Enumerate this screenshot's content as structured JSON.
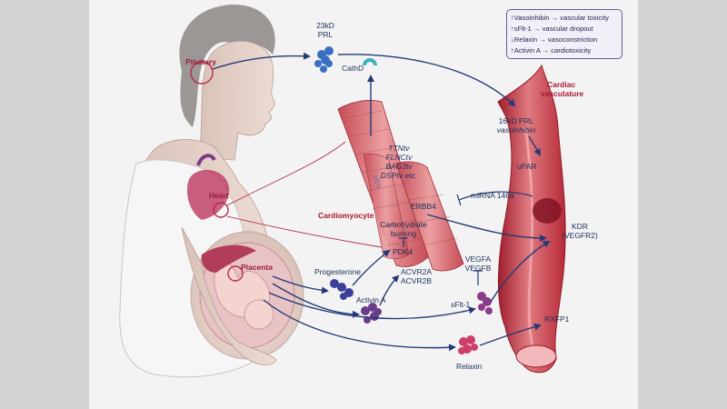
{
  "legend": [
    "↑Vasoinhibin → vascular toxicity",
    "↑sFlt-1 → vascular dropout",
    "↓Relaxin → vasoconstriction",
    "↑Activin A → cardiotoxicity"
  ],
  "organs": {
    "pituitary": "Pituitary",
    "heart": "Heart",
    "placenta": "Placenta"
  },
  "prl": {
    "size": "23kD",
    "name": "PRL"
  },
  "cathd": "CathD",
  "cardiac_vasculature": [
    "Cardiac",
    "vasculature"
  ],
  "vasoinhibin": {
    "size": "16kD PRL",
    "name": "vasoinhibin"
  },
  "upar": "uPAR",
  "titin_variants": [
    "TTNtv",
    "FLNCtv",
    "BAG3tv",
    "DSPtv etc."
  ],
  "sarcomere_label": "MDK",
  "erbb4": "ERBB4",
  "mirna": "miRNA 146a",
  "cardiomyocyte": "Cardiomyocyte",
  "carb_burning": [
    "Carbohydrate",
    "burning"
  ],
  "pdk4": "PDK4",
  "kdr": [
    "KDR",
    "(VEGFR2)"
  ],
  "progesterone": "Progesterone",
  "acvr": [
    "ACVR2A",
    "ACVR2B"
  ],
  "activin": "Activin A",
  "vegf": [
    "VEGFA",
    "VEGFB"
  ],
  "sflt": "sFlt-1",
  "rxfp1": "RXFP1",
  "relaxin": "Relaxin"
}
